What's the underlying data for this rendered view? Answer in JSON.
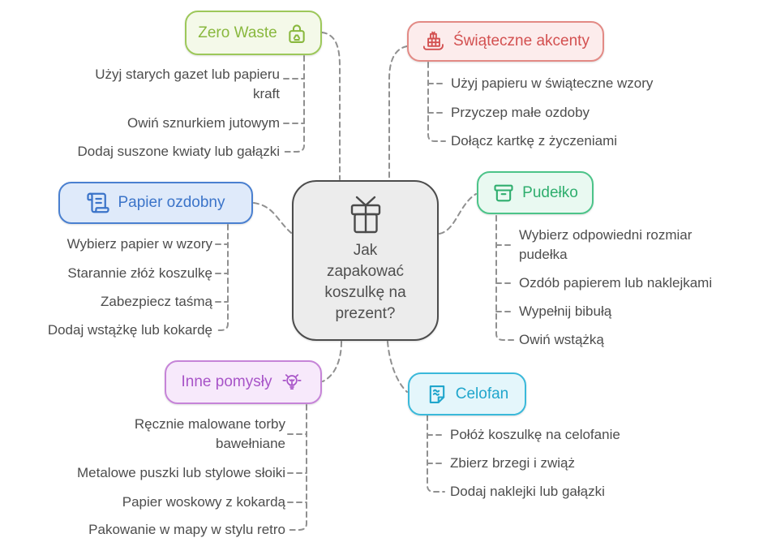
{
  "center": {
    "title": "Jak zapakować koszulkę na prezent?",
    "icon": "gift-icon"
  },
  "colors": {
    "connector": "#909090",
    "item_text": "#4d4d4d",
    "central_border": "#4c4c4c",
    "central_bg": "#ececec"
  },
  "branches": [
    {
      "id": "zero-waste",
      "label": "Zero Waste",
      "icon": "recycle-bag-icon",
      "color": "#89b83e",
      "bg": "#f4f9e9",
      "items": [
        "Użyj starych gazet lub papieru kraft",
        "Owiń sznurkiem jutowym",
        "Dodaj suszone kwiaty lub gałązki"
      ]
    },
    {
      "id": "swiateczne-akcenty",
      "label": "Świąteczne akcenty",
      "icon": "sleigh-gifts-icon",
      "color": "#d35050",
      "bg": "#fcecec",
      "items": [
        "Użyj papieru w świąteczne wzory",
        "Przyczep małe ozdoby",
        "Dołącz kartkę z życzeniami"
      ]
    },
    {
      "id": "papier-ozdobny",
      "label": "Papier ozdobny",
      "icon": "scroll-icon",
      "color": "#3b74c9",
      "bg": "#dfeafa",
      "items": [
        "Wybierz papier w wzory",
        "Starannie złóż koszulkę",
        "Zabezpiecz taśmą",
        "Dodaj wstążkę lub kokardę"
      ]
    },
    {
      "id": "pudelko",
      "label": "Pudełko",
      "icon": "box-icon",
      "color": "#2fae6e",
      "bg": "#e9f9f1",
      "items": [
        "Wybierz odpowiedni rozmiar pudełka",
        "Ozdób papierem lub naklejkami",
        "Wypełnij bibułą",
        "Owiń wstążką"
      ]
    },
    {
      "id": "inne-pomysly",
      "label": "Inne pomysły",
      "icon": "lightbulb-icon",
      "color": "#a854c8",
      "bg": "#f7e9fb",
      "items": [
        "Ręcznie malowane torby bawełniane",
        "Metalowe puszki lub stylowe słoiki",
        "Papier woskowy z kokardą",
        "Pakowanie w mapy w stylu retro"
      ]
    },
    {
      "id": "celofan",
      "label": "Celofan",
      "icon": "cellophane-sheet-icon",
      "color": "#20a6cc",
      "bg": "#e4f6fb",
      "items": [
        "Połóż koszulkę na celofanie",
        "Zbierz brzegi i zwiąż",
        "Dodaj naklejki lub gałązki"
      ]
    }
  ]
}
